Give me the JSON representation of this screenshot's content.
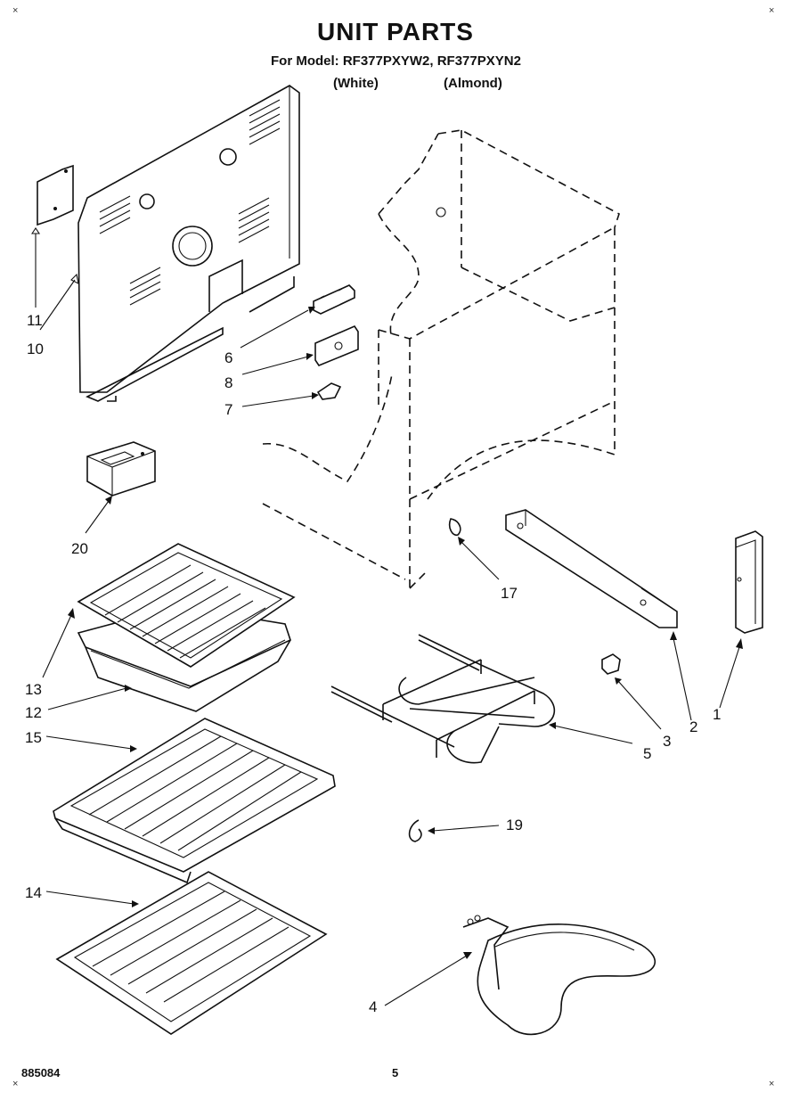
{
  "header": {
    "title": "UNIT PARTS",
    "model_line": "For Model: RF377PXYW2, RF377PXYN2",
    "variant_white": "(White)",
    "variant_almond": "(Almond)"
  },
  "callouts": {
    "c1": "1",
    "c2": "2",
    "c3": "3",
    "c4": "4",
    "c5": "5",
    "c6": "6",
    "c7": "7",
    "c8": "8",
    "c10": "10",
    "c11": "11",
    "c12": "12",
    "c13": "13",
    "c14": "14",
    "c15": "15",
    "c17": "17",
    "c19": "19",
    "c20": "20"
  },
  "footer": {
    "doc_number": "885084",
    "page_number": "5"
  }
}
